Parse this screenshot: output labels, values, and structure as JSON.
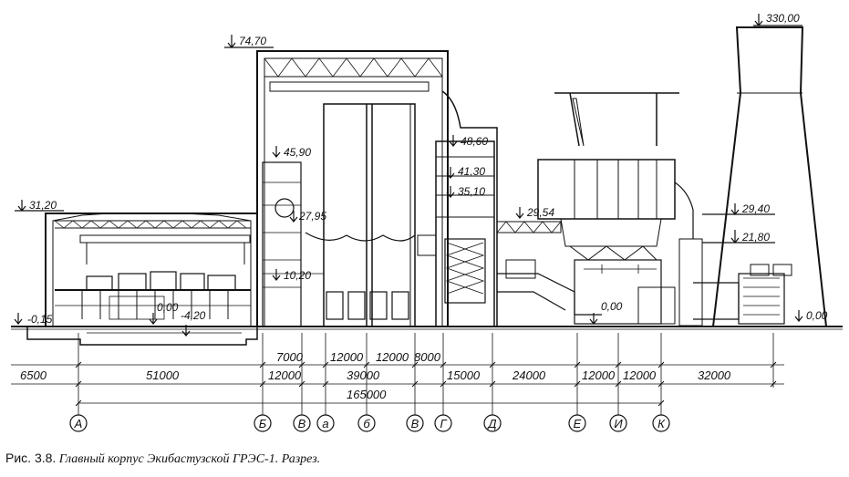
{
  "caption": {
    "number": "Рис. 3.8.",
    "text": "Главный корпус Экибастузской ГРЭС-1. Разрез."
  },
  "elevations": [
    {
      "id": "e330",
      "label": "330,00"
    },
    {
      "id": "e7470",
      "label": "74,70"
    },
    {
      "id": "e4860",
      "label": "48,60"
    },
    {
      "id": "e4590",
      "label": "45,90"
    },
    {
      "id": "e4130",
      "label": "41,30"
    },
    {
      "id": "e3510",
      "label": "35,10"
    },
    {
      "id": "e3120",
      "label": "31,20"
    },
    {
      "id": "e2954",
      "label": "29,54"
    },
    {
      "id": "e2940",
      "label": "29,40"
    },
    {
      "id": "e2795",
      "label": "27,95"
    },
    {
      "id": "e2180",
      "label": "21,80"
    },
    {
      "id": "e1020",
      "label": "10,20"
    },
    {
      "id": "e000a",
      "label": "0,00"
    },
    {
      "id": "e000b",
      "label": "0,00"
    },
    {
      "id": "e000c",
      "label": "0,00"
    },
    {
      "id": "e015",
      "label": "-0,15"
    },
    {
      "id": "e420",
      "label": "-4,20"
    }
  ],
  "dimensions": [
    {
      "id": "d6500",
      "label": "6500"
    },
    {
      "id": "d51000",
      "label": "51000"
    },
    {
      "id": "d7000",
      "label": "7000"
    },
    {
      "id": "d12000a",
      "label": "12000"
    },
    {
      "id": "d12000b",
      "label": "12000"
    },
    {
      "id": "d12000c",
      "label": "12000"
    },
    {
      "id": "d39000",
      "label": "39000"
    },
    {
      "id": "d8000",
      "label": "8000"
    },
    {
      "id": "d15000",
      "label": "15000"
    },
    {
      "id": "d24000",
      "label": "24000"
    },
    {
      "id": "d12000d",
      "label": "12000"
    },
    {
      "id": "d12000e",
      "label": "12000"
    },
    {
      "id": "d32000",
      "label": "32000"
    },
    {
      "id": "d165000",
      "label": "165000"
    }
  ],
  "axes": [
    {
      "id": "A",
      "label": "А"
    },
    {
      "id": "B",
      "label": "Б"
    },
    {
      "id": "V1",
      "label": "В"
    },
    {
      "id": "a",
      "label": "а"
    },
    {
      "id": "b",
      "label": "б"
    },
    {
      "id": "V2",
      "label": "В"
    },
    {
      "id": "G",
      "label": "Г"
    },
    {
      "id": "D",
      "label": "Д"
    },
    {
      "id": "E",
      "label": "Е"
    },
    {
      "id": "I",
      "label": "И"
    },
    {
      "id": "K",
      "label": "К"
    }
  ]
}
